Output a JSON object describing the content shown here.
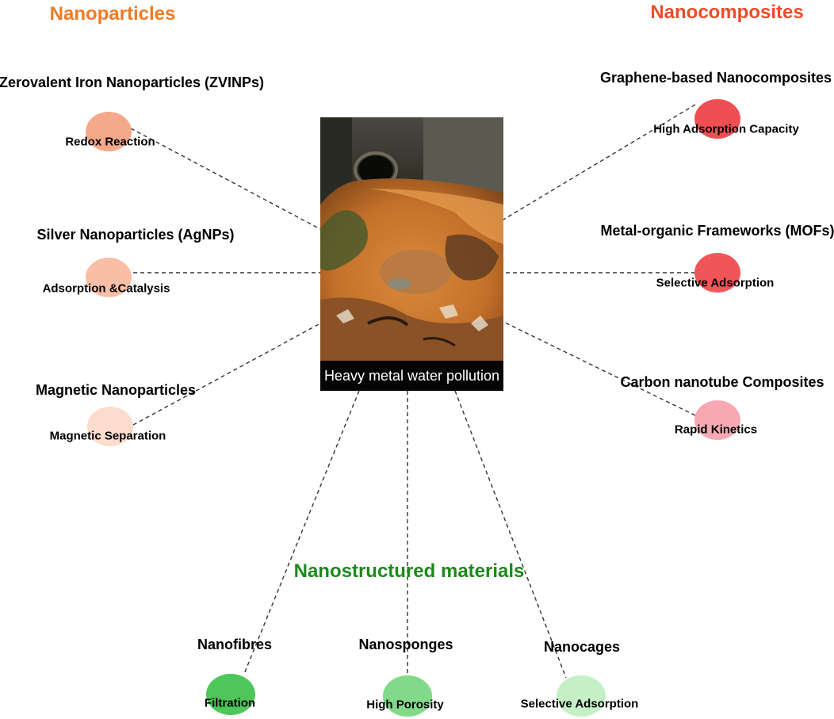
{
  "center": {
    "caption": "Heavy metal water pollution",
    "image_description_icon": "polluted-drain-photo"
  },
  "categories": {
    "nanoparticles": {
      "label": "Nanoparticles",
      "color": "#f07a22"
    },
    "nanocomposites": {
      "label": "Nanocomposites",
      "color": "#f04a28"
    },
    "nanostructured": {
      "label": "Nanostructured materials",
      "color": "#1a8a1a"
    }
  },
  "items": [
    {
      "title": "Zerovalent Iron Nanoparticles (ZVINPs)",
      "property": "Redox Reaction",
      "color": "#f6a98a"
    },
    {
      "title": "Silver Nanoparticles (AgNPs)",
      "property": "Adsorption &Catalysis",
      "color": "#f8bfa6"
    },
    {
      "title": "Magnetic Nanoparticles",
      "property": "Magnetic Separation",
      "color": "#fcdccd"
    },
    {
      "title": "Graphene-based Nanocomposites",
      "property": "High Adsorption Capacity",
      "color": "#ef4f53"
    },
    {
      "title": "Metal-organic Frameworks (MOFs)",
      "property": "Selective Adsorption",
      "color": "#f05658"
    },
    {
      "title": "Carbon nanotube Composites",
      "property": "Rapid Kinetics",
      "color": "#f7a9b3"
    },
    {
      "title": "Nanofibres",
      "property": "Filtration",
      "color": "#4ec65a"
    },
    {
      "title": "Nanosponges",
      "property": "High Porosity",
      "color": "#82d98a"
    },
    {
      "title": "Nanocages",
      "property": "Selective Adsorption",
      "color": "#c5efc5"
    }
  ]
}
